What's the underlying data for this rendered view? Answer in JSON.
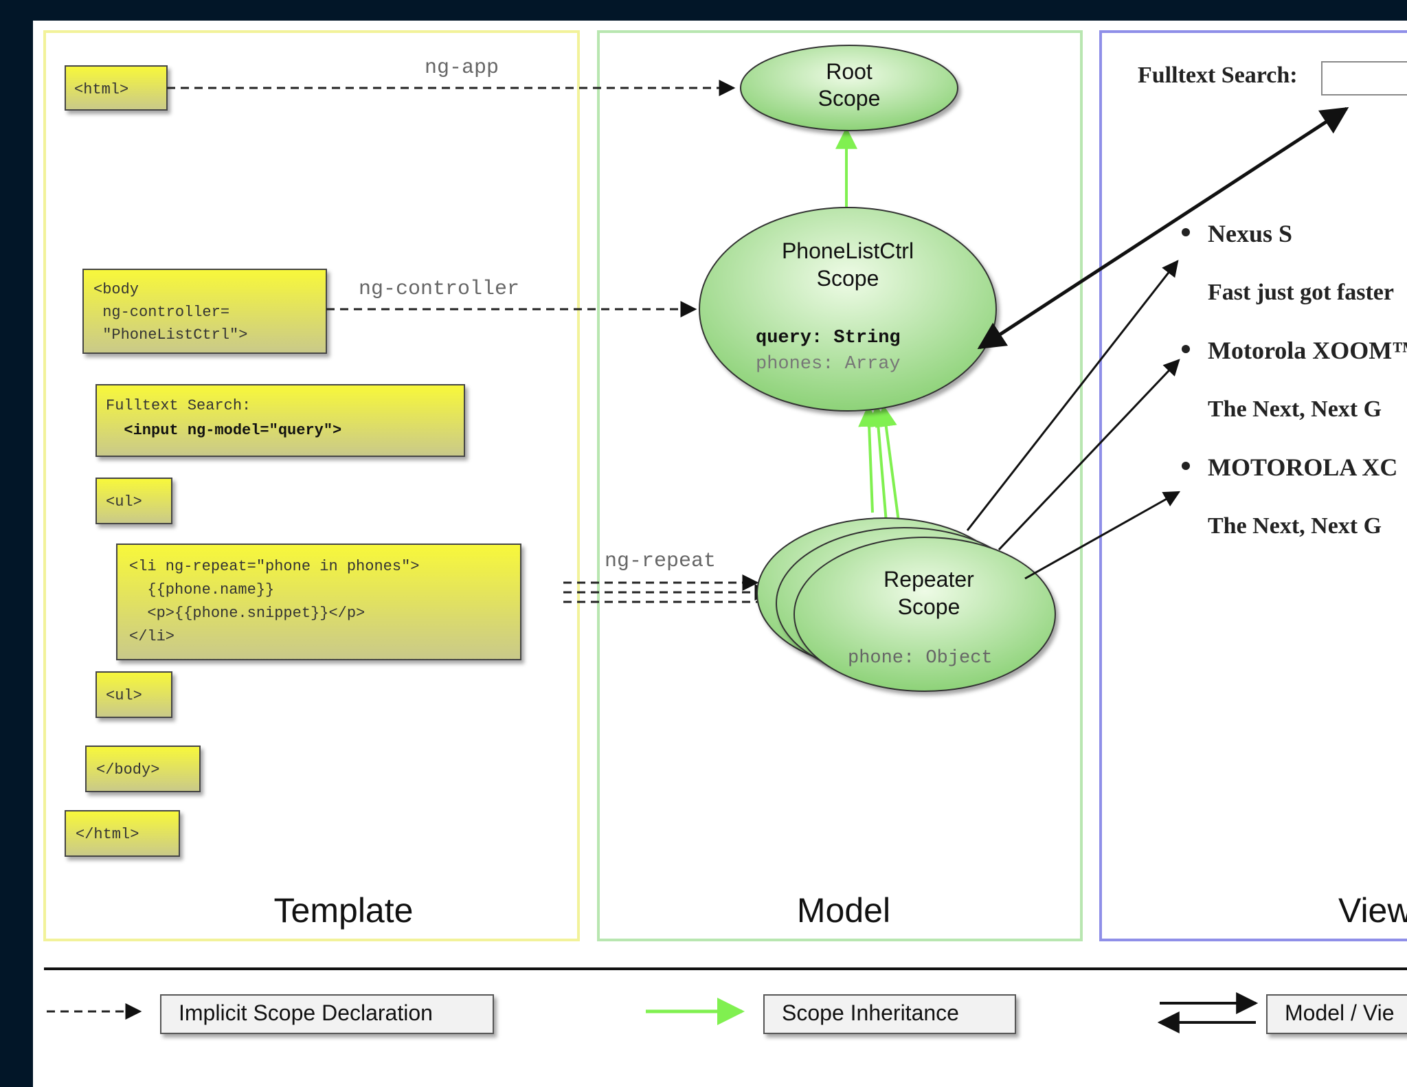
{
  "panels": {
    "template": "Template",
    "model": "Model",
    "view": "View"
  },
  "template_tags": {
    "html_open": "<html>",
    "body_open": [
      "<body",
      " ng-controller=",
      " \"PhoneListCtrl\">"
    ],
    "search": [
      "Fulltext Search:",
      "  <input ng-model=\"query\">"
    ],
    "ul_open": "<ul>",
    "li_repeat": [
      "<li ng-repeat=\"phone in phones\">",
      "  {{phone.name}}",
      "  <p>{{phone.snippet}}</p>",
      "</li>"
    ],
    "ul_close": "<ul>",
    "body_close": "</body>",
    "html_close": "</html>"
  },
  "directives": {
    "ng_app": "ng-app",
    "ng_controller": "ng-controller",
    "ng_repeat": "ng-repeat"
  },
  "scopes": {
    "root": [
      "Root",
      "Scope"
    ],
    "controller": {
      "title": [
        "PhoneListCtrl",
        "Scope"
      ],
      "query": "query: String",
      "phones": "phones: Array"
    },
    "repeater": {
      "title": [
        "Repeater",
        "Scope"
      ],
      "phone": "phone: Object"
    }
  },
  "view": {
    "search_label": "Fulltext Search:",
    "items": [
      {
        "name": "Nexus S",
        "snippet": "Fast just got faster"
      },
      {
        "name": "Motorola XOOM™",
        "snippet": "The Next, Next G"
      },
      {
        "name": "MOTOROLA XC",
        "snippet": "The Next, Next G"
      }
    ]
  },
  "legend": {
    "implicit": "Implicit Scope Declaration",
    "inheritance": "Scope Inheritance",
    "binding": "Model / Vie"
  },
  "colors": {
    "tag_fill_top": "#f8f83a",
    "tag_fill_bottom": "#c9c98a",
    "scope_fill_light": "#e8f8df",
    "scope_fill_dark": "#8fd478",
    "template_border": "#f2f29a",
    "model_border": "#b8e6b0",
    "view_border": "#8f8fe8",
    "inheritance_arrow": "#80f050"
  }
}
